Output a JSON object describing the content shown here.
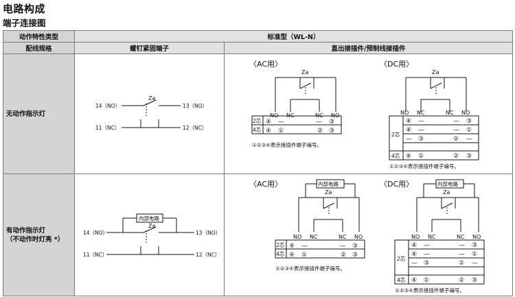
{
  "page": {
    "title": "电路构成",
    "subtitle": "端子连接图"
  },
  "table": {
    "header_type_label": "动作特性类型",
    "header_type_value": "标准型（WL-N）",
    "header_wiring_label": "配线规格",
    "col_screw": "螺钉紧固端子",
    "col_plug": "直出接插件/预制线接插件"
  },
  "rows": {
    "row1_label": "无动作指示灯",
    "row2_label_line1": "有动作指示灯",
    "row2_label_line2": "（不动作时灯亮 *）"
  },
  "labels": {
    "za": "Za",
    "t14": "14（NO）",
    "t13": "13（NO）",
    "t11": "11（NC）",
    "t12": "12（NC）",
    "ac": "〈AC用〉",
    "dc": "〈DC用〉",
    "no": "NO",
    "nc": "NC",
    "c2": "2芯",
    "c4": "4芯",
    "internal": "内部电路",
    "note": "①②③④表示接插件端子编号。",
    "n1": "①",
    "n2": "②",
    "n3": "③",
    "n4": "④",
    "dash": "—"
  }
}
